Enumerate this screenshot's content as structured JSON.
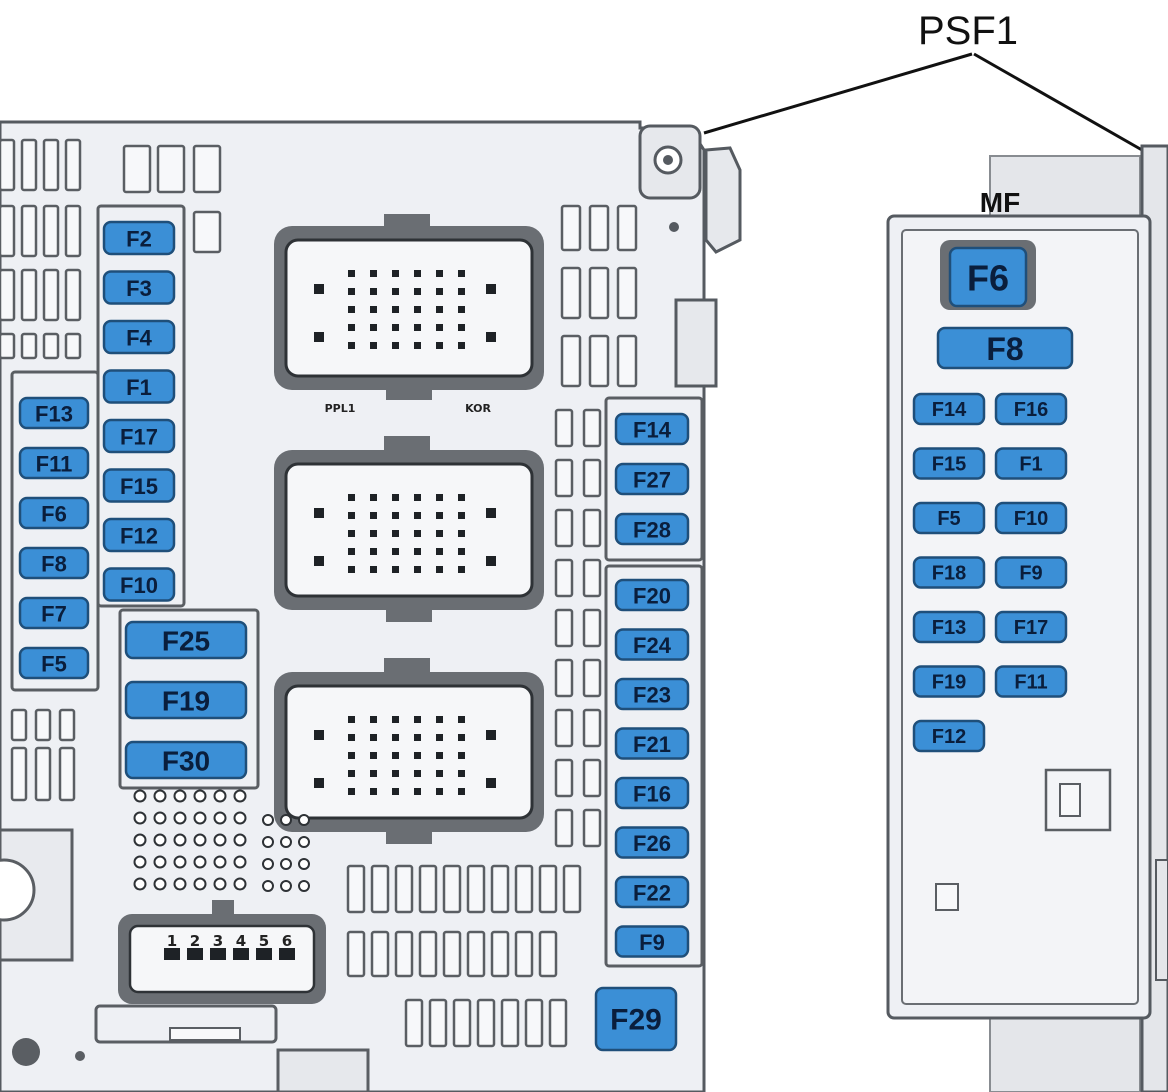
{
  "title": "PSF1",
  "mf_label": "MF",
  "connector_labels": [
    "PPL1",
    "KOR"
  ],
  "pin_numbers": [
    "1",
    "2",
    "3",
    "4",
    "5",
    "6"
  ],
  "colors": {
    "fuse": "#3b8fd6",
    "fuse_border": "#1f4f7a",
    "housing": "#eef0f4",
    "housing_stroke": "#555a60",
    "connector": "#5a5e63"
  },
  "left_box_fuses": {
    "col_a": [
      "F2",
      "F3",
      "F4",
      "F1",
      "F17",
      "F15",
      "F12",
      "F10"
    ],
    "col_b": [
      "F13",
      "F11",
      "F6",
      "F8",
      "F7",
      "F5"
    ],
    "large": [
      "F25",
      "F19",
      "F30"
    ],
    "col_right": [
      "F14",
      "F27",
      "F28",
      "F20",
      "F24",
      "F23",
      "F21",
      "F16",
      "F26",
      "F22",
      "F9"
    ],
    "single": "F29"
  },
  "right_box_fuses": {
    "large": [
      "F6",
      "F8"
    ],
    "col_left": [
      "F14",
      "F15",
      "F5",
      "F18",
      "F13",
      "F19",
      "F12"
    ],
    "col_right": [
      "F16",
      "F1",
      "F10",
      "F9",
      "F17",
      "F11"
    ]
  }
}
